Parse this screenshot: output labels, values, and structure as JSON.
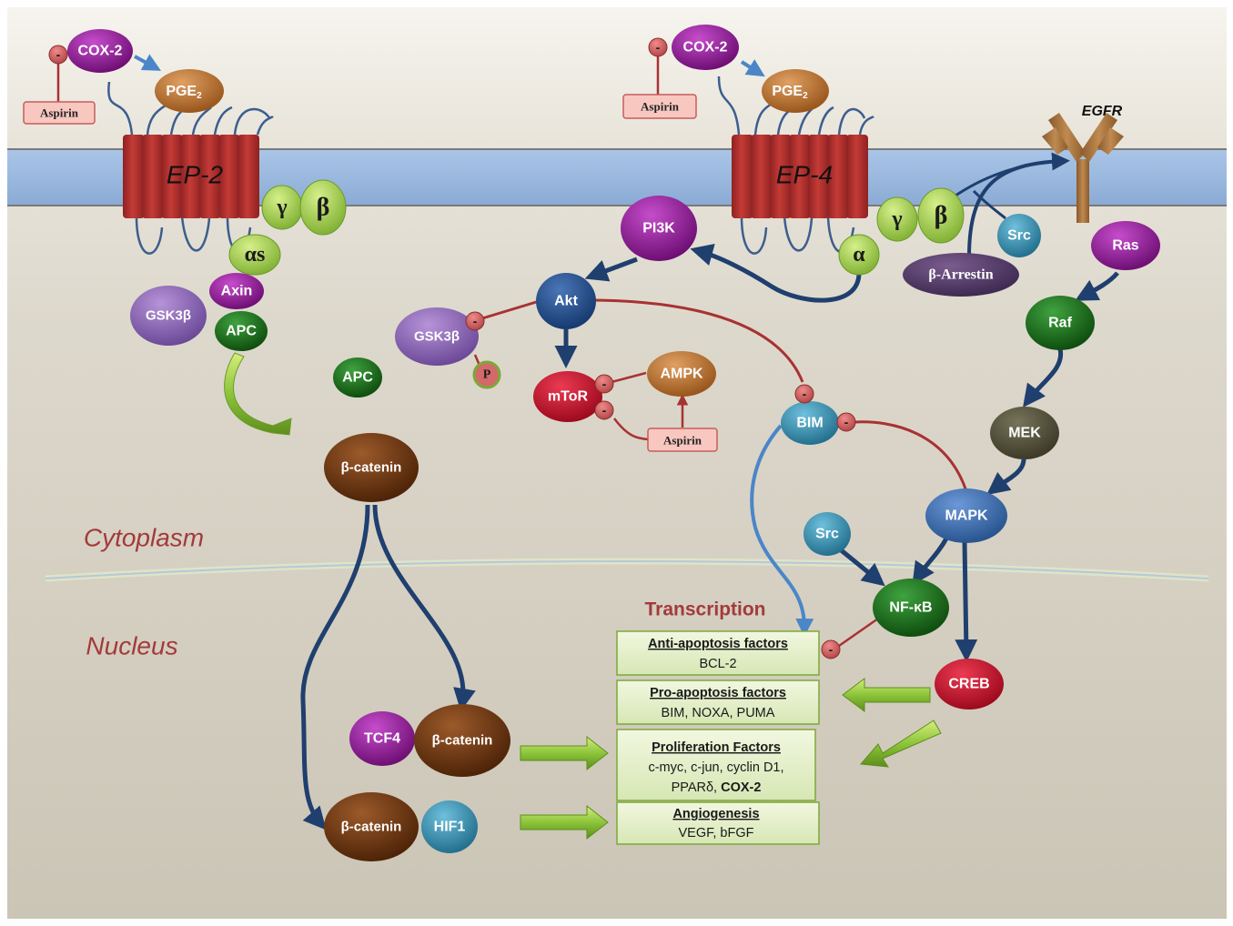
{
  "compartments": {
    "cytoplasm": "Cytoplasm",
    "nucleus": "Nucleus"
  },
  "receptors": {
    "ep2": "EP-2",
    "ep4": "EP-4",
    "egfr": "EGFR"
  },
  "inhibitors": {
    "aspirin": "Aspirin",
    "minus": "-",
    "phospho": "P"
  },
  "molecules": {
    "cox2": "COX-2",
    "pge2": "PGE",
    "pge2_sub": "2",
    "gamma": "γ",
    "beta": "β",
    "alpha_s": "αs",
    "alpha": "α",
    "axin": "Axin",
    "gsk3b": "GSK3β",
    "apc": "APC",
    "pi3k": "PI3K",
    "akt": "Akt",
    "mtor": "mToR",
    "ampk": "AMPK",
    "src": "Src",
    "b_arrestin": "β-Arrestin",
    "ras": "Ras",
    "raf": "Raf",
    "mek": "MEK",
    "mapk": "MAPK",
    "bim": "BIM",
    "nfkb": "NF-κB",
    "creb": "CREB",
    "b_catenin": "β-catenin",
    "tcf4": "TCF4",
    "hif1": "HIF1"
  },
  "transcription": {
    "title": "Transcription",
    "boxes": [
      {
        "head": "Anti-apoptosis factors",
        "lines": [
          "BCL-2"
        ]
      },
      {
        "head": "Pro-apoptosis factors",
        "lines": [
          "BIM, NOXA, PUMA"
        ]
      },
      {
        "head": "Proliferation Factors",
        "lines": [
          "c-myc, c-jun, cyclin D1,",
          "PPARδ, "
        ],
        "bold_tail": "COX-2"
      },
      {
        "head": "Angiogenesis",
        "lines": [
          "VEGF, bFGF"
        ]
      }
    ]
  },
  "colors": {
    "membrane": "#9ab9de",
    "receptor": "#b3302e",
    "purple": "#8a1a8e",
    "orange": "#b9732f",
    "lime": "#9ccc4a",
    "darkgreen": "#1c6e1c",
    "blue": "#274f8a",
    "brown": "#6b3410",
    "red": "#c8102e",
    "teal": "#2f8fb0",
    "arrow_blue": "#1f3f6e",
    "inhibit_red": "#a83232",
    "label_red": "#a33a3a"
  }
}
